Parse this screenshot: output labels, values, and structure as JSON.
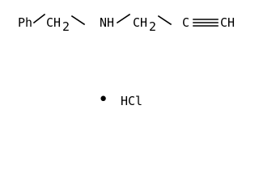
{
  "molecule": {
    "groups": {
      "phenyl": "Ph",
      "methylene_1": "CH",
      "methylene_1_subscript": "2",
      "amine": "NH",
      "methylene_2": "CH",
      "methylene_2_subscript": "2",
      "alkyne_carbon": "C",
      "terminal_ch": "CH"
    },
    "salt": {
      "separator": "•",
      "counterion": "HCl"
    }
  }
}
